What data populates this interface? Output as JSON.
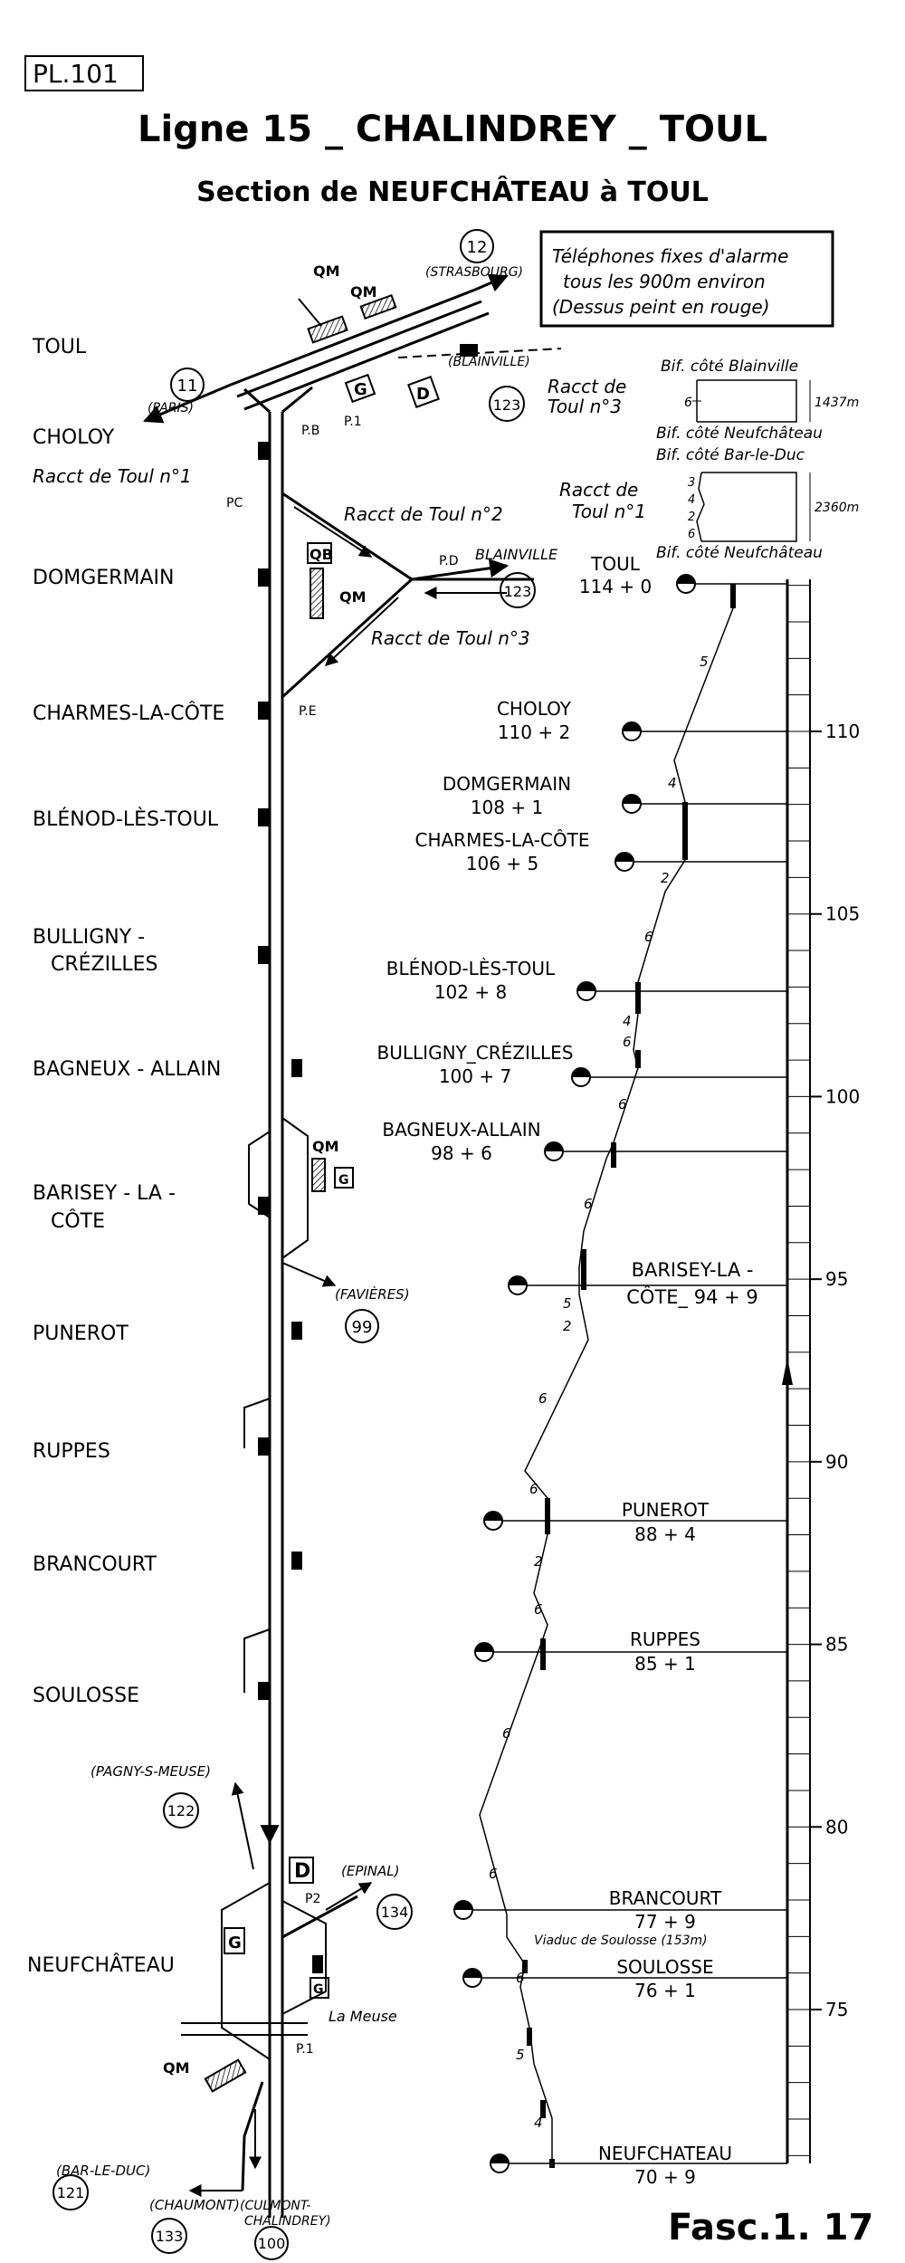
{
  "plate": "PL.101",
  "title": "Ligne 15 _ CHALINDREY _ TOUL",
  "subtitle": "Section de NEUFCHÂTEAU à TOUL",
  "footer": "Fasc.1. 17",
  "notice": {
    "line1": "Téléphones fixes d'alarme",
    "line2": "tous les 900m environ",
    "line3": "(Dessus peint en rouge)"
  },
  "left_labels": {
    "toul": "TOUL",
    "choloy": "CHOLOY",
    "racct1": "Racct de Toul n°1",
    "domgermain": "DOMGERMAIN",
    "charmes": "CHARMES-LA-CÔTE",
    "blenod": "BLÉNOD-LÈS-TOUL",
    "bulligny1": "BULLIGNY -",
    "bulligny2": "CRÉZILLES",
    "bagneux": "BAGNEUX - ALLAIN",
    "barisey1": "BARISEY - LA -",
    "barisey2": "CÔTE",
    "punerot": "PUNEROT",
    "ruppes": "RUPPES",
    "brancourt": "BRANCOURT",
    "soulosse": "SOULOSSE",
    "neufchateau": "NEUFCHÂTEAU"
  },
  "schematic": {
    "line12_num": "12",
    "line12_dest": "(STRASBOURG)",
    "line11_num": "11",
    "line11_dest": "(PARIS)",
    "line123_num": "123",
    "blainville": "(BLAINVILLE)",
    "blainville2": "BLAINVILLE",
    "racct3_top1": "Racct de",
    "racct3_top2": "Toul n°3",
    "racct2": "Racct de Toul n°2",
    "racct3": "Racct de Toul n°3",
    "qm": "QM",
    "qb": "QB",
    "g": "G",
    "d": "D",
    "pb": "P.B",
    "p1": "P.1",
    "pc": "PC",
    "pd": "P.D",
    "pe": "P.E",
    "p2": "P2",
    "pone": "P.1",
    "favieres": "(FAVIÈRES)",
    "line99": "99",
    "pagny": "(PAGNY-S-MEUSE)",
    "line122": "122",
    "epinal": "(EPINAL)",
    "line134": "134",
    "meuse": "La Meuse",
    "barleduc": "(BAR-LE-DUC)",
    "line121": "121",
    "chaumont": "(CHAUMONT)",
    "line133": "133",
    "culmont1": "(CULMONT-",
    "culmont2": "CHALINDREY)",
    "line100": "100"
  },
  "bif_notes": {
    "bif1_top": "Bif. côté Blainville",
    "bif1_bot": "Bif. côté Neufchâteau",
    "bif1_dist": "1437m",
    "bif1_grade": "6",
    "bif2_top": "Bif. côté Bar-le-Duc",
    "bif2_bot": "Bif. côté Neufchâteau",
    "bif2_dist": "2360m",
    "bif2_racct1": "Racct de",
    "bif2_racct2": "Toul n°1",
    "bif2_grades": [
      "3",
      "4",
      "2",
      "6"
    ]
  },
  "profile": {
    "axis_ticks": [
      "110",
      "105",
      "100",
      "95",
      "90",
      "85",
      "80",
      "75"
    ],
    "stations": [
      {
        "name": "TOUL",
        "km": "114 + 0"
      },
      {
        "name": "CHOLOY",
        "km": "110 + 2"
      },
      {
        "name": "DOMGERMAIN",
        "km": "108 + 1"
      },
      {
        "name": "CHARMES-LA-CÔTE",
        "km": "106 + 5"
      },
      {
        "name": "BLÉNOD-LÈS-TOUL",
        "km": "102 + 8"
      },
      {
        "name": "BULLIGNY_CRÉZILLES",
        "km": "100 + 7"
      },
      {
        "name": "BAGNEUX-ALLAIN",
        "km": "98 + 6"
      },
      {
        "name": "BARISEY-LA -",
        "km": "CÔTE_ 94 + 9"
      },
      {
        "name": "PUNEROT",
        "km": "88 + 4"
      },
      {
        "name": "RUPPES",
        "km": "85 + 1"
      },
      {
        "name": "BRANCOURT",
        "km": "77 + 9"
      },
      {
        "name": "SOULOSSE",
        "km": "76 + 1"
      },
      {
        "name": "NEUFCHATEAU",
        "km": "70 + 9"
      }
    ],
    "grades": [
      "5",
      "4",
      "2",
      "6",
      "4",
      "6",
      "6",
      "6",
      "5",
      "2",
      "6",
      "6",
      "2",
      "6",
      "6",
      "6",
      "6",
      "5",
      "4"
    ],
    "viaduct": "Viaduc de Soulosse (153m)"
  }
}
